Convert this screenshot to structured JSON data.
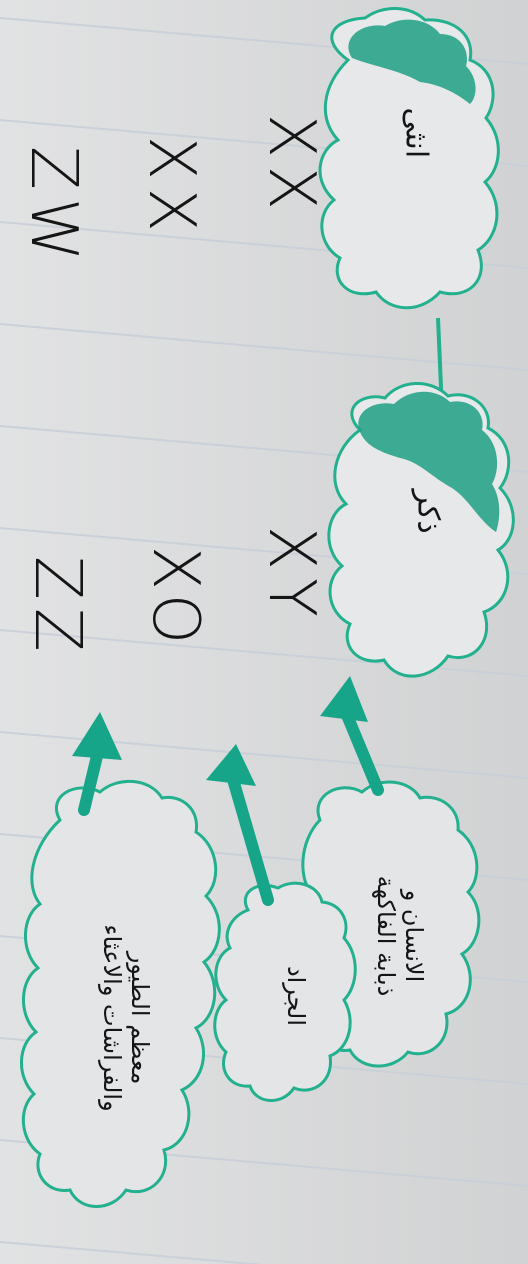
{
  "labels": {
    "female": "انثى",
    "male": "ذكر",
    "group1_line1": "الانسان و",
    "group1_line2": "ذبابة الفاكهة",
    "group2": "الجراد",
    "group3_line1": "معظم الطيور",
    "group3_line2": "والفراشات والاعثاء"
  },
  "female_chromosomes": [
    "XX",
    "XX",
    "ZW"
  ],
  "male_chromosomes": [
    "XY",
    "XO",
    "ZZ"
  ],
  "colors": {
    "ink": "#151515",
    "cloud_outline": "#23b08f",
    "cloud_fill": "#1f9f84",
    "arrow": "#17a58a",
    "paper": "#dedfe0",
    "rule_line": "#c8cfd9"
  }
}
